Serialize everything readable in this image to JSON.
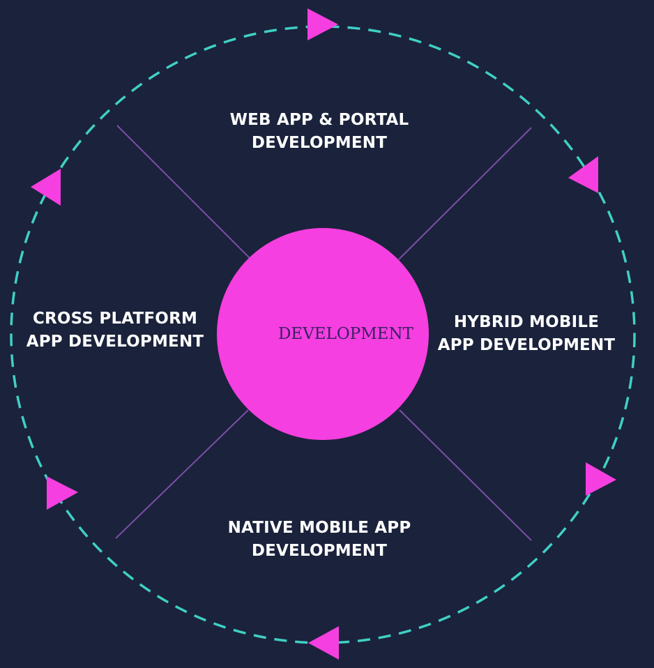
{
  "center": {
    "label": "DEVELOPMENT"
  },
  "segments": {
    "top": {
      "line1": "WEB APP & PORTAL",
      "line2": "DEVELOPMENT"
    },
    "right": {
      "line1": "HYBRID MOBILE",
      "line2": "APP DEVELOPMENT"
    },
    "bottom": {
      "line1": "NATIVE MOBILE APP",
      "line2": "DEVELOPMENT"
    },
    "left": {
      "line1": "CROSS PLATFORM",
      "line2": "APP DEVELOPMENT"
    }
  },
  "colors": {
    "background": "#1b223b",
    "center_circle": "#f53fe0",
    "ring": "#3fd0c4",
    "arrows": "#f53fe0",
    "divider_lines": "#7a4fa6",
    "label_text": "#ffffff",
    "center_text": "#3a2064"
  }
}
